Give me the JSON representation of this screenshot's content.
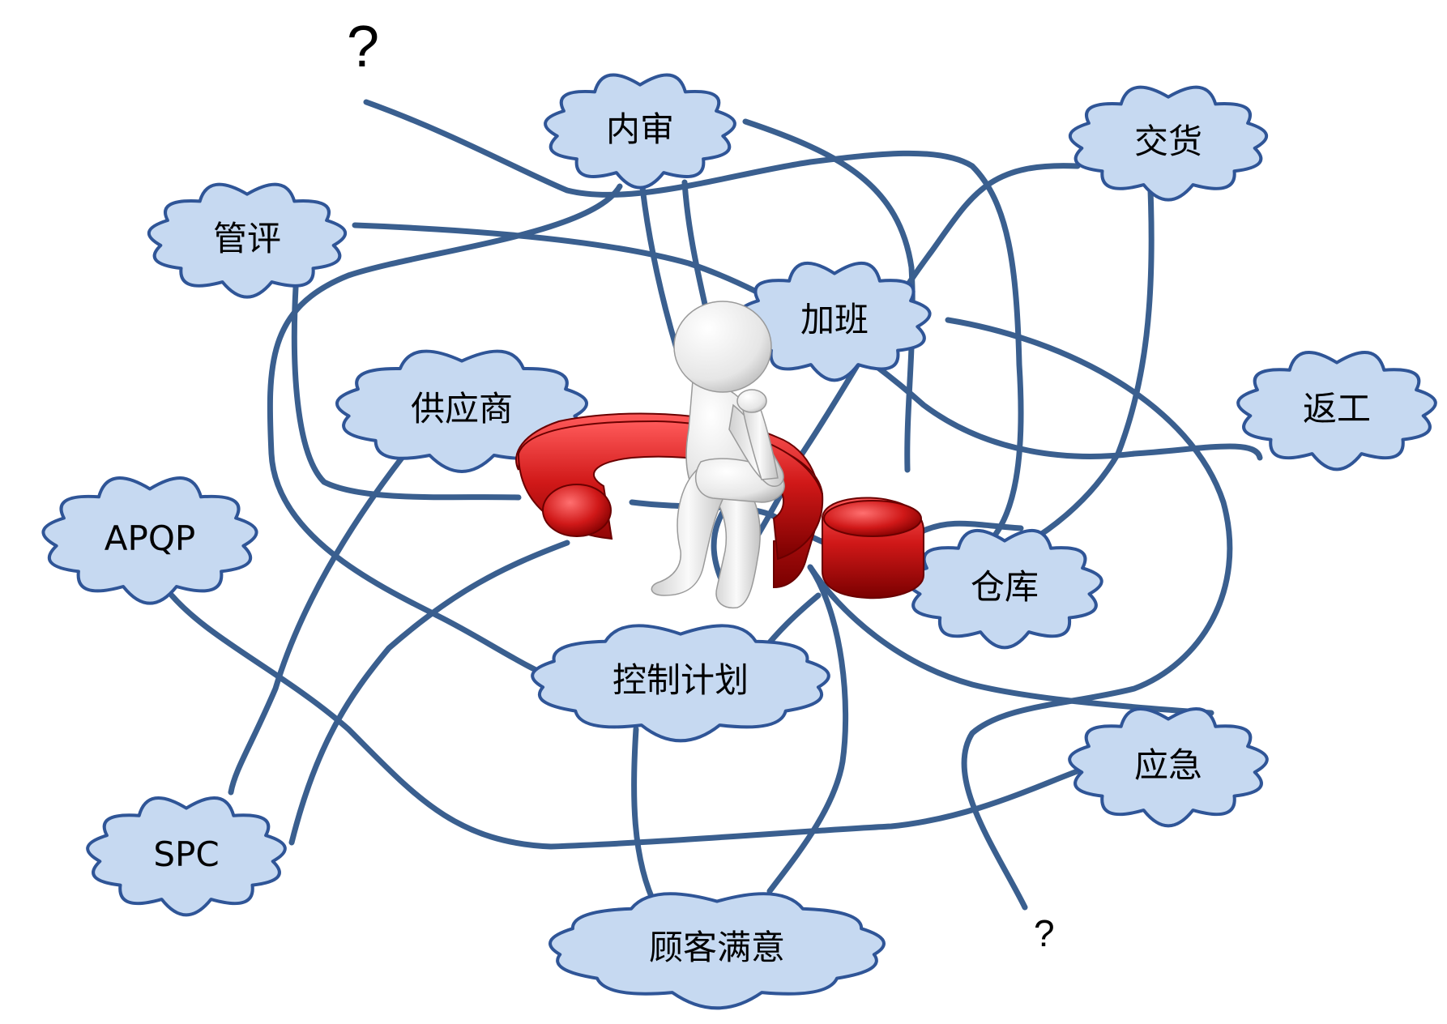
{
  "nodes": [
    {
      "id": "neishen",
      "label": "内审"
    },
    {
      "id": "jiaohuo",
      "label": "交货"
    },
    {
      "id": "guanping",
      "label": "管评"
    },
    {
      "id": "jiaban",
      "label": "加班"
    },
    {
      "id": "gongyingshang",
      "label": "供应商"
    },
    {
      "id": "fangong",
      "label": "返工"
    },
    {
      "id": "apqp",
      "label": "APQP"
    },
    {
      "id": "cangku",
      "label": "仓库"
    },
    {
      "id": "kongzhijihua",
      "label": "控制计划"
    },
    {
      "id": "yingji",
      "label": "应急"
    },
    {
      "id": "spc",
      "label": "SPC"
    },
    {
      "id": "gukemanyi",
      "label": "顾客满意"
    }
  ],
  "question_marks": [
    "?",
    "?"
  ],
  "colors": {
    "cloud_fill": "#c6d9f1",
    "cloud_stroke": "#2f5597",
    "link": "#3a5f8f",
    "question_mark_3d": "#c00000"
  },
  "center_figure": "thinking-person-on-question-mark"
}
